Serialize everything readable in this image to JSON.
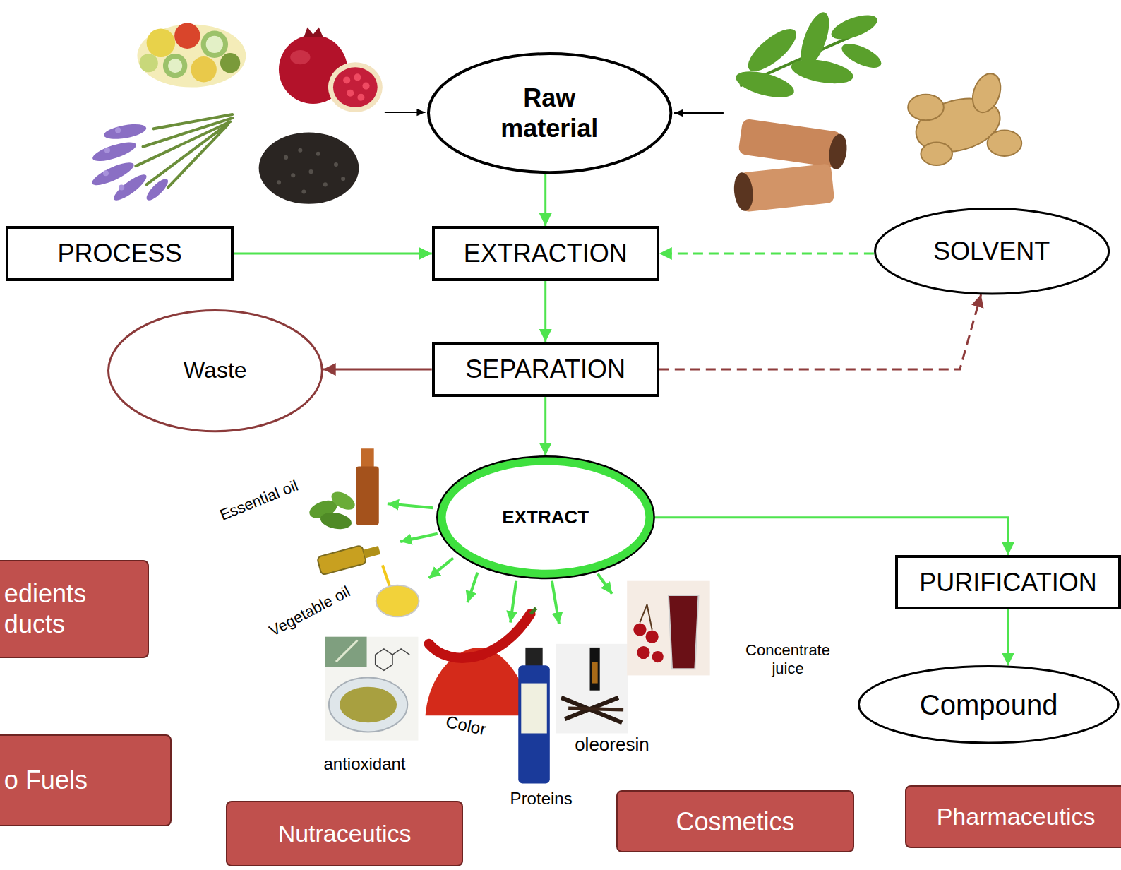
{
  "diagram": {
    "nodes": [
      {
        "text": [
          "Raw material"
        ]
      },
      {
        "text": [
          "PROCESS"
        ]
      },
      {
        "text": [
          "EXTRACTION"
        ]
      },
      {
        "text": [
          "SOLVENT"
        ]
      },
      {
        "text": [
          "Waste"
        ]
      },
      {
        "text": [
          "SEPARATION"
        ]
      },
      {
        "text": [
          "EXTRACT"
        ]
      },
      {
        "text": [
          "PURIFICATION"
        ]
      },
      {
        "text": [
          "edients ducts"
        ]
      },
      {
        "text": [
          "Compound"
        ]
      },
      {
        "text": [
          "o Fuels"
        ]
      },
      {
        "text": [
          "Nutraceutics"
        ]
      },
      {
        "text": [
          "Cosmetics"
        ]
      },
      {
        "text": [
          "Pharmaceutics"
        ]
      }
    ],
    "edges": [
      {
        "from": 0,
        "to": 2,
        "arrow": "to"
      },
      {
        "from": 1,
        "to": 2,
        "arrow": "to"
      },
      {
        "from": 3,
        "to": 2,
        "arrow": "to"
      },
      {
        "from": 2,
        "to": 5,
        "arrow": "to"
      },
      {
        "from": 5,
        "to": 4,
        "arrow": "to"
      },
      {
        "from": 5,
        "to": 3,
        "arrow": "to"
      },
      {
        "from": 5,
        "to": 6,
        "arrow": "to"
      },
      {
        "from": 6,
        "to": 7,
        "arrow": "to"
      },
      {
        "from": 7,
        "to": 9,
        "arrow": "to"
      }
    ],
    "labels": [
      "Essential oil",
      "Vegetable oil",
      "antioxidant",
      "Color",
      "Proteins",
      "oleoresin",
      "Concentrate juice"
    ]
  }
}
